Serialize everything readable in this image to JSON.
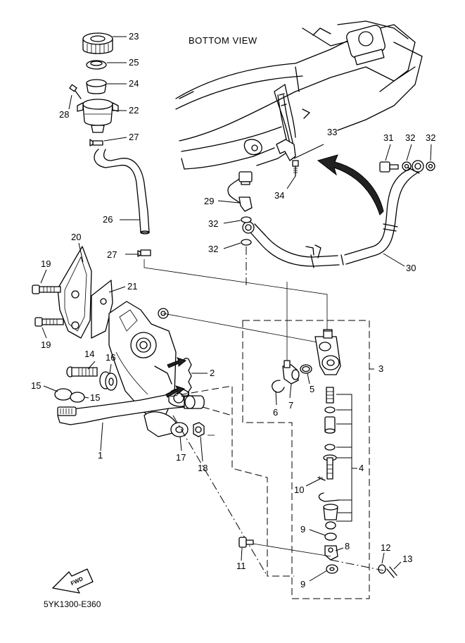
{
  "view_title": "BOTTOM VIEW",
  "diagram_code": "5YK1300-E360",
  "fwd_label": "FWD",
  "callouts": {
    "c1": "1",
    "c2": "2",
    "c3": "3",
    "c4": "4",
    "c5": "5",
    "c6": "6",
    "c7": "7",
    "c8": "8",
    "c9a": "9",
    "c9b": "9",
    "c10": "10",
    "c11": "11",
    "c12": "12",
    "c13": "13",
    "c14": "14",
    "c15a": "15",
    "c15b": "15",
    "c16": "16",
    "c17": "17",
    "c18": "18",
    "c19a": "19",
    "c19b": "19",
    "c20": "20",
    "c21": "21",
    "c22": "22",
    "c23": "23",
    "c24": "24",
    "c25": "25",
    "c26": "26",
    "c27a": "27",
    "c27b": "27",
    "c28": "28",
    "c29": "29",
    "c30": "30",
    "c31": "31",
    "c32a": "32",
    "c32b": "32",
    "c32c": "32",
    "c32d": "32",
    "c33": "33",
    "c34": "34"
  }
}
